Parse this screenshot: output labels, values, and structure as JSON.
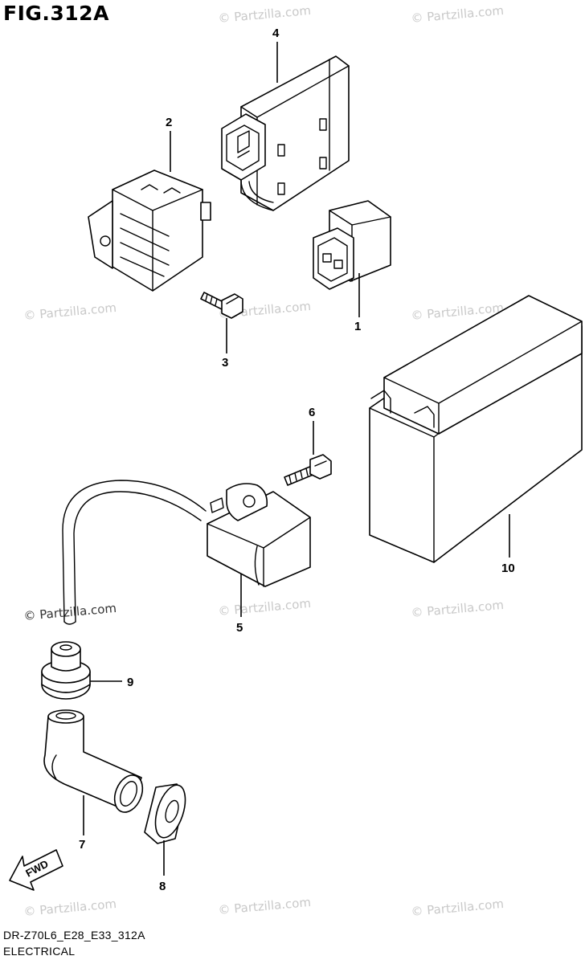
{
  "figure": {
    "title": "FIG.312A",
    "code": "DR-Z70L6_E28_E33_312A",
    "section": "ELECTRICAL"
  },
  "watermark": "© Partzilla.com",
  "direction_label": "FWD",
  "callouts": {
    "p1": "1",
    "p2": "2",
    "p3": "3",
    "p4": "4",
    "p5": "5",
    "p6": "6",
    "p7": "7",
    "p8": "8",
    "p9": "9",
    "p10": "10"
  }
}
